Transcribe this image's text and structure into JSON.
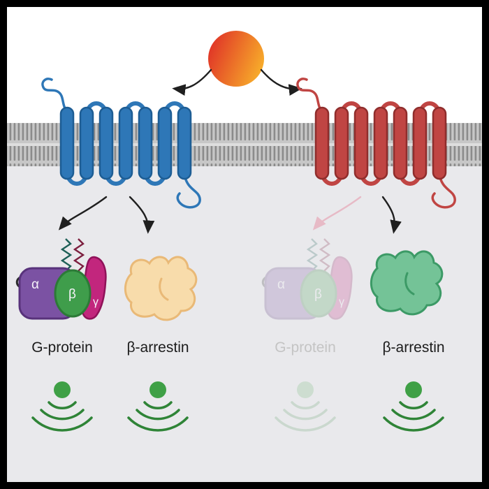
{
  "diagram_type": "biased GPCR signaling pathway diagram",
  "panels": {
    "left": {
      "g_protein": {
        "label": "G-protein",
        "active": true,
        "subunits": {
          "alpha": "α",
          "beta": "β",
          "gamma": "γ"
        }
      },
      "b_arrestin": {
        "label": "β-arrestin",
        "active": true
      }
    },
    "right": {
      "g_protein": {
        "label": "G-protein",
        "active": false
      },
      "b_arrestin": {
        "label": "β-arrestin",
        "active": true
      }
    }
  },
  "icons": [
    "ligand-icon",
    "gpcr-blue-receptor-icon",
    "gpcr-red-receptor-icon",
    "cell-membrane-icon",
    "g-protein-complex-icon",
    "b-arrestin-icon",
    "signal-waves-icon"
  ],
  "signal_indicators": [
    {
      "position": "left-g-protein",
      "state": "active"
    },
    {
      "position": "left-b-arrestin",
      "state": "active"
    },
    {
      "position": "right-g-protein",
      "state": "inactive"
    },
    {
      "position": "right-b-arrestin",
      "state": "active"
    }
  ],
  "colors": {
    "bg_top": "#ffffff",
    "bg_bottom": "#e9e9ec",
    "membrane_bg": "#c7c7c7",
    "membrane_line": "#8b8b8b",
    "ligand_red": "#e03427",
    "ligand_yellow": "#f8b02a",
    "receptor_blue": "#2e77b7",
    "receptor_blue_dark": "#1d5d94",
    "receptor_red": "#c04543",
    "receptor_red_dark": "#8f2d2c",
    "arrow": "#1f1f1f",
    "arrow_faded": "#e7bac6",
    "anchor_teal": "#1d5f56",
    "anchor_maroon": "#7c1f3f",
    "g_alpha": "#7b52a3",
    "g_alpha_dark": "#58327b",
    "g_beta": "#3f9d4b",
    "g_beta_dark": "#2c7a37",
    "g_gamma": "#c2267d",
    "g_gamma_dark": "#8f1259",
    "arrestin_beige": "#f8dcab",
    "arrestin_beige_dark": "#e9b977",
    "arrestin_green": "#74c397",
    "arrestin_green_dark": "#3c9a66",
    "signal_green": "#2f8437",
    "signal_dot": "#3fa046",
    "label_dark": "#1c1c1c",
    "label_faded": "#c4c4c4"
  }
}
